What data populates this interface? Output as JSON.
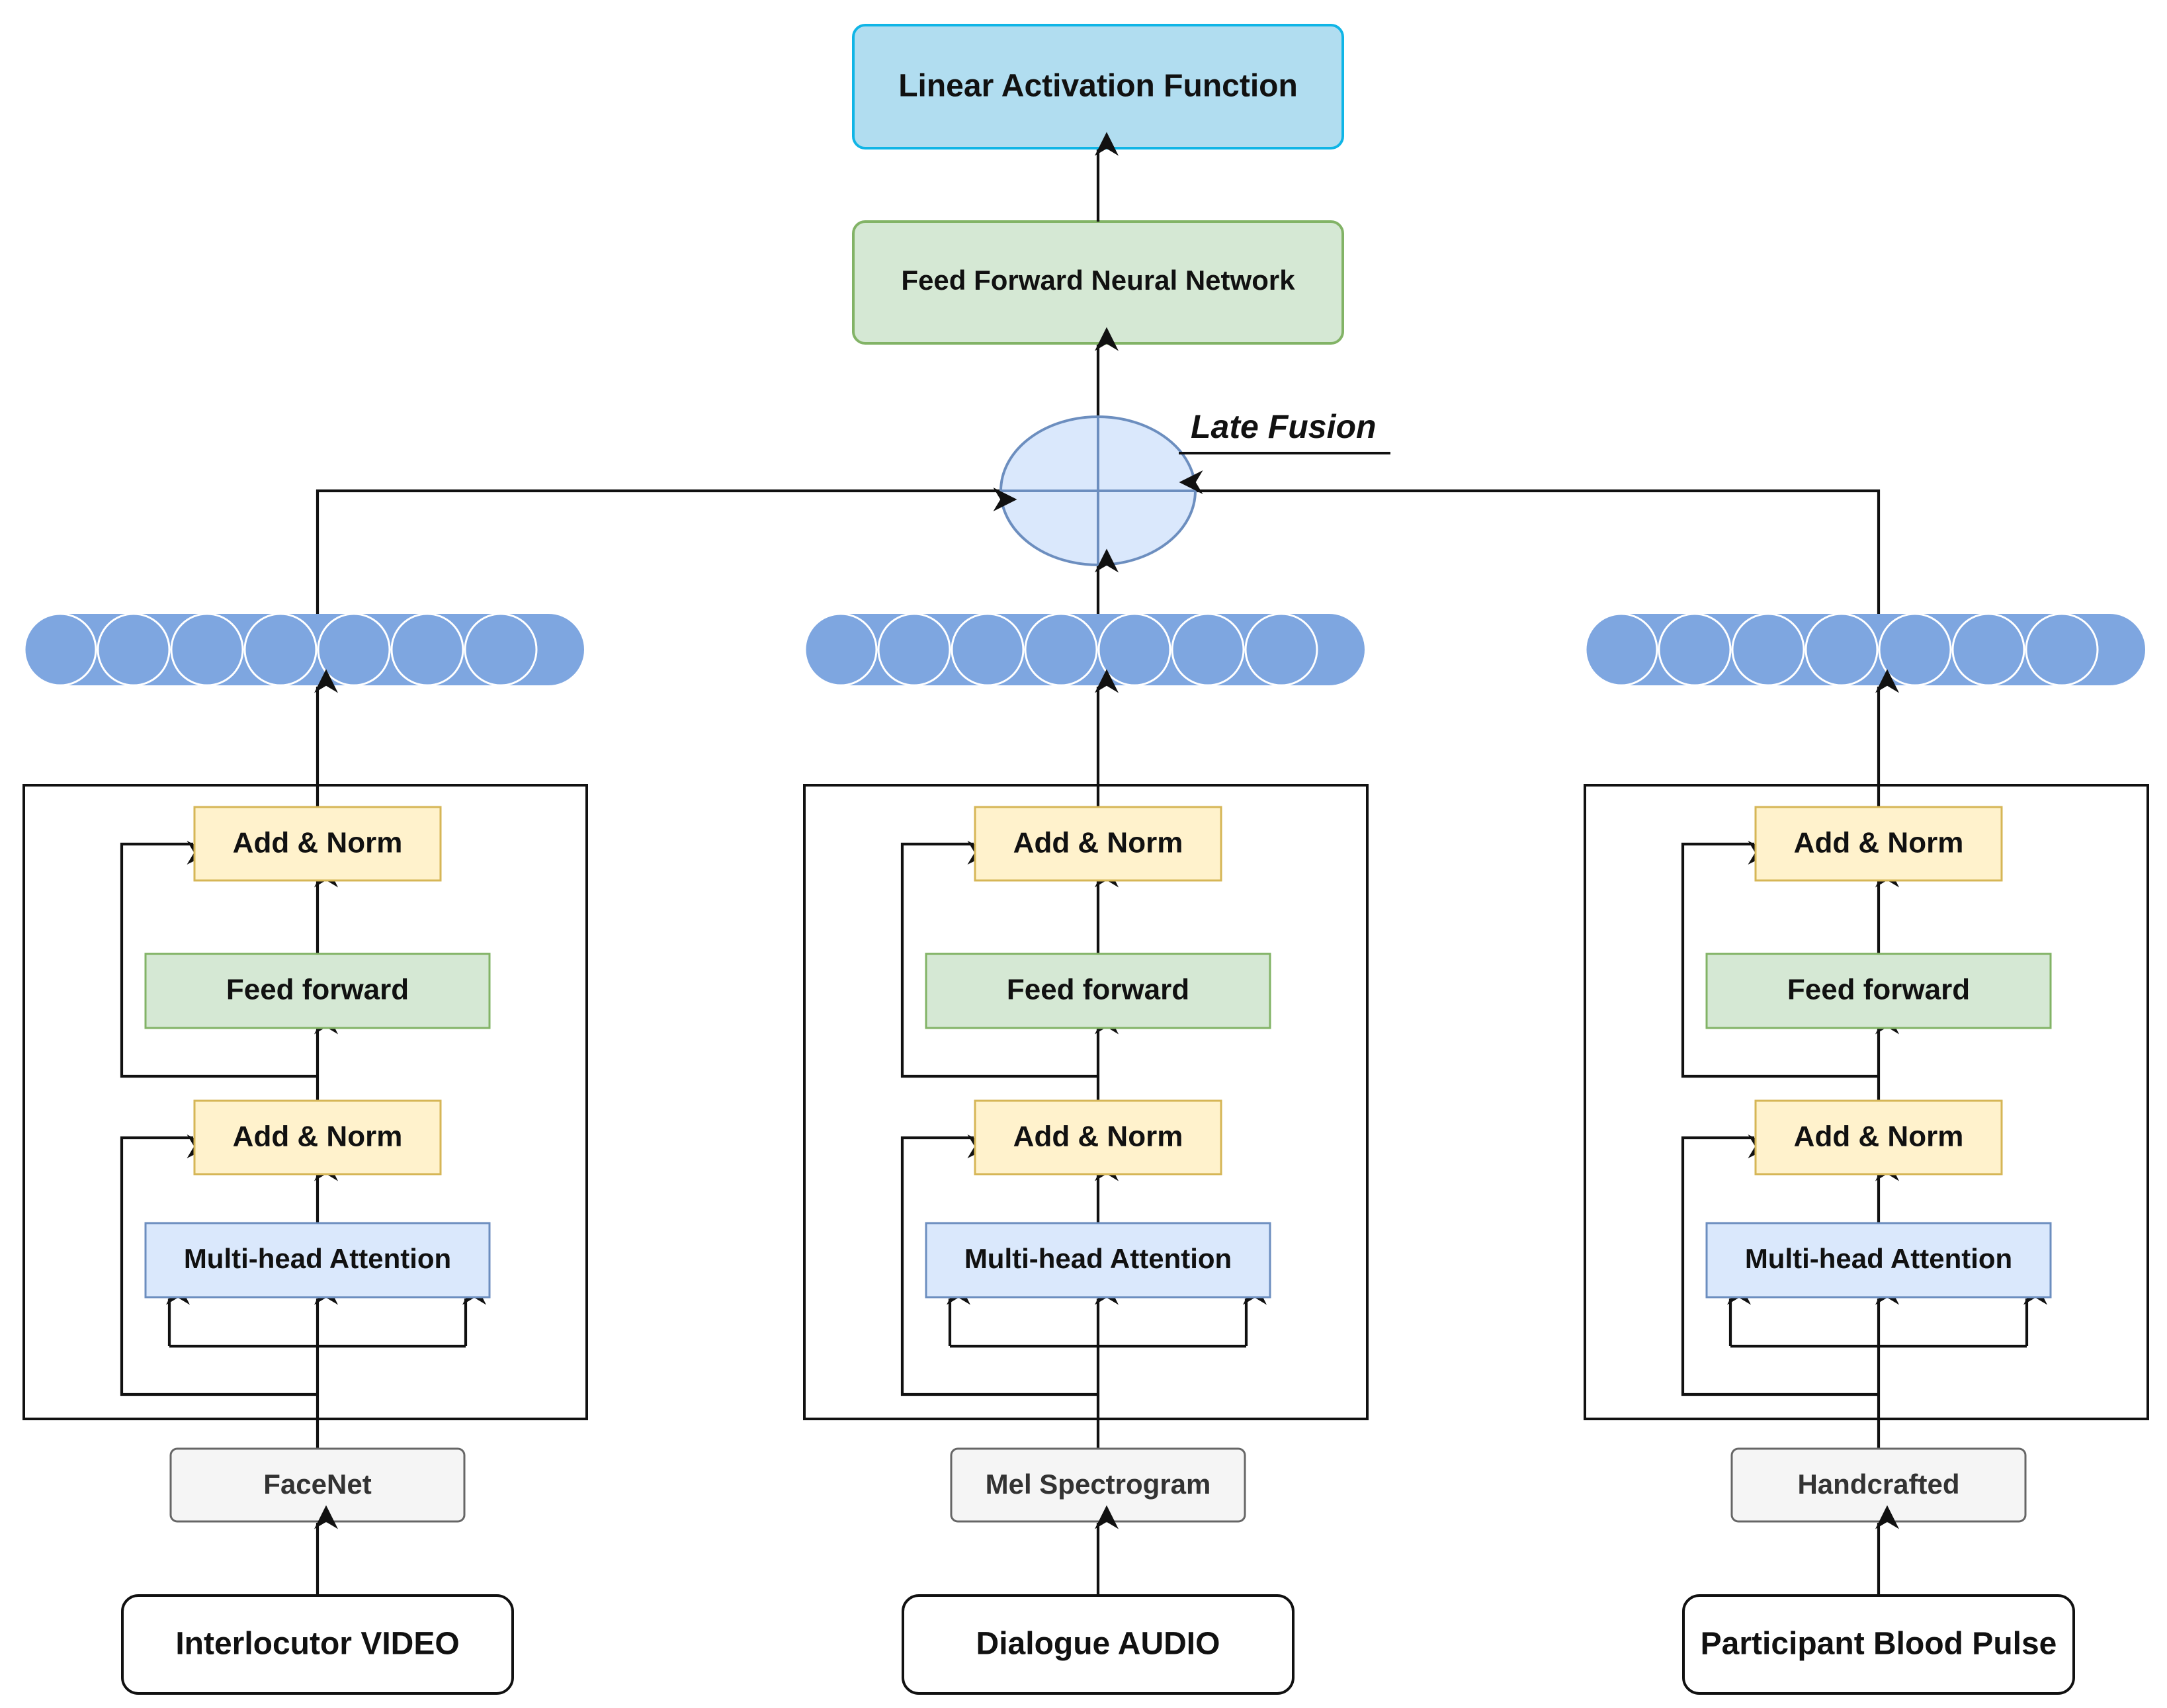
{
  "output": {
    "title": "Linear Activation Function",
    "fill": "#b1ddf0",
    "stroke": "#10b5e6"
  },
  "ffnn": {
    "title": "Feed Forward Neural Network",
    "fill": "#d5e8d4",
    "stroke": "#82b366"
  },
  "fusion": {
    "label": "Late Fusion",
    "fill": "#dae8fc",
    "stroke": "#6c8ebf"
  },
  "embedding": {
    "node_count": 7,
    "fill": "#7ea6e0"
  },
  "block": {
    "add_norm_label": "Add & Norm",
    "feed_forward_label": "Feed forward",
    "attention_label": "Multi-head Attention",
    "add_norm_fill": "#fff2cc",
    "add_norm_stroke": "#d6b656",
    "feed_forward_fill": "#d5e8d4",
    "feed_forward_stroke": "#82b366",
    "attention_fill": "#dae8fc",
    "attention_stroke": "#6c8ebf"
  },
  "branches": [
    {
      "id": "video",
      "extractor": "FaceNet",
      "input": "Interlocutor VIDEO"
    },
    {
      "id": "audio",
      "extractor": "Mel Spectrogram",
      "input": "Dialogue AUDIO"
    },
    {
      "id": "pulse",
      "extractor": "Handcrafted",
      "input": "Participant Blood Pulse"
    }
  ]
}
